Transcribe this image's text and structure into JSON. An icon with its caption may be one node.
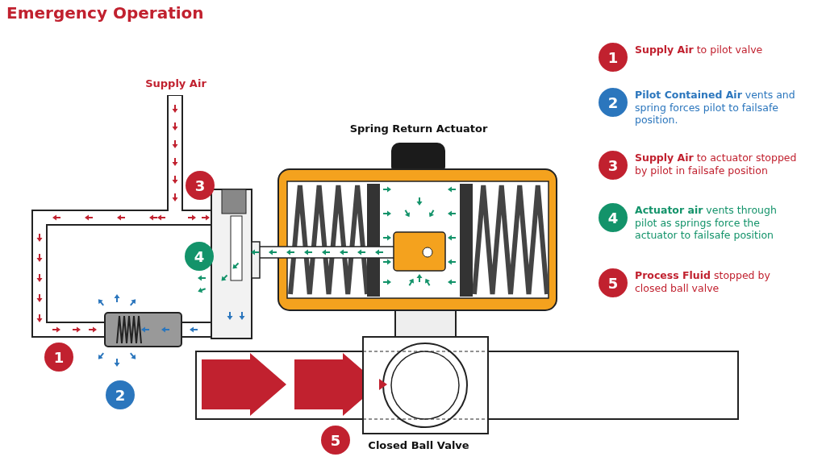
{
  "diagram": {
    "title": "Emergency Operation",
    "nodes": [
      {
        "text": [
          "3"
        ]
      },
      {
        "text": [
          "4"
        ]
      },
      {
        "text": [
          "1"
        ]
      },
      {
        "text": [
          "2"
        ]
      },
      {
        "text": [
          "5"
        ]
      },
      {
        "text": [
          "1"
        ],
        "beside": [
          "**Supply Air** to pilot valve"
        ]
      },
      {
        "text": [
          "2"
        ],
        "beside": [
          "**Pilot Contained Air** vents and spring forces pilot to failsafe position."
        ]
      },
      {
        "text": [
          "3"
        ],
        "beside": [
          "**Supply Air** to actuator stopped by pilot in failsafe position"
        ]
      },
      {
        "text": [
          "4"
        ],
        "beside": [
          "**Actuator air** vents through pilot as springs force the actuator to failsafe position"
        ]
      },
      {
        "text": [
          "5"
        ],
        "beside": [
          "**Process Fluid** stopped by closed ball valve"
        ]
      }
    ],
    "labels": [
      "Supply Air",
      "Spring Return Actuator",
      "Closed Ball Valve"
    ]
  }
}
